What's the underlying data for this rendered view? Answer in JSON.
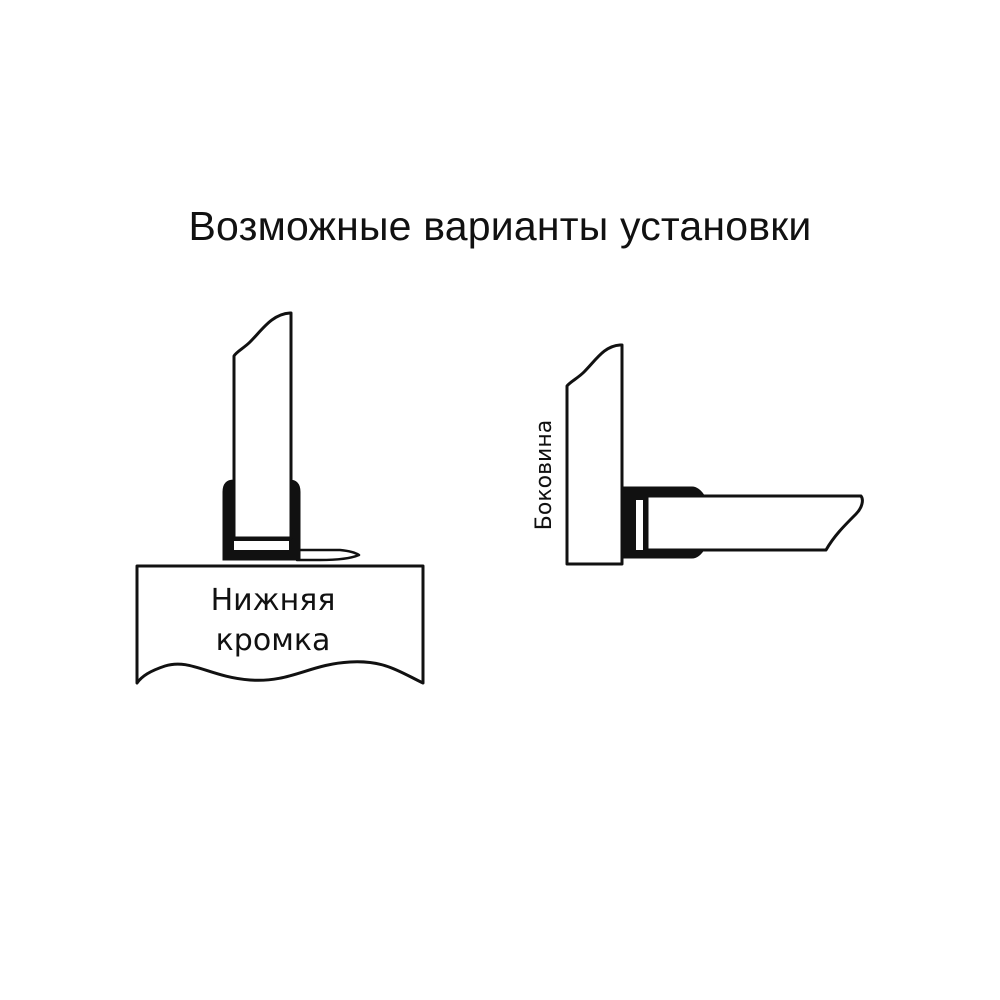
{
  "title": "Возможные варианты установки",
  "variants": [
    {
      "id": "bottom-edge",
      "label_lines": [
        "Нижняя",
        "кромка"
      ]
    },
    {
      "id": "side-panel",
      "label": "Боковина"
    }
  ],
  "colors": {
    "background": "#ffffff",
    "line": "#111111"
  }
}
